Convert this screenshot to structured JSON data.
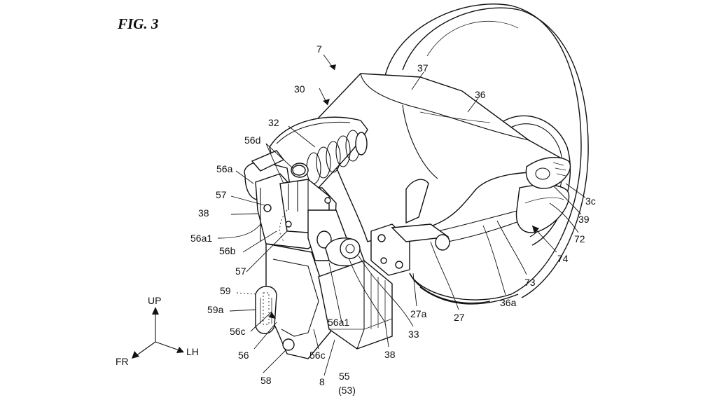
{
  "figure": {
    "title": "FIG. 3"
  },
  "labels": {
    "l7": "7",
    "l30": "30",
    "l37": "37",
    "l36": "36",
    "l32": "32",
    "l56d": "56d",
    "l56a": "56a",
    "l57a": "57",
    "l38a": "38",
    "l56a1a": "56a1",
    "l56b": "56b",
    "l57b": "57",
    "l59": "59",
    "l59a": "59a",
    "l56ca": "56c",
    "l56": "56",
    "l58": "58",
    "l56cb": "56c",
    "l8": "8",
    "l55": "55",
    "l53": "(53)",
    "l56a1b": "56a1",
    "l38b": "38",
    "l33": "33",
    "l27a": "27a",
    "l27": "27",
    "l36a": "36a",
    "l73": "73",
    "l74": "74",
    "l72": "72",
    "l39": "39",
    "l3c": "3c"
  },
  "axes": {
    "up": "UP",
    "fr": "FR",
    "lh": "LH"
  }
}
